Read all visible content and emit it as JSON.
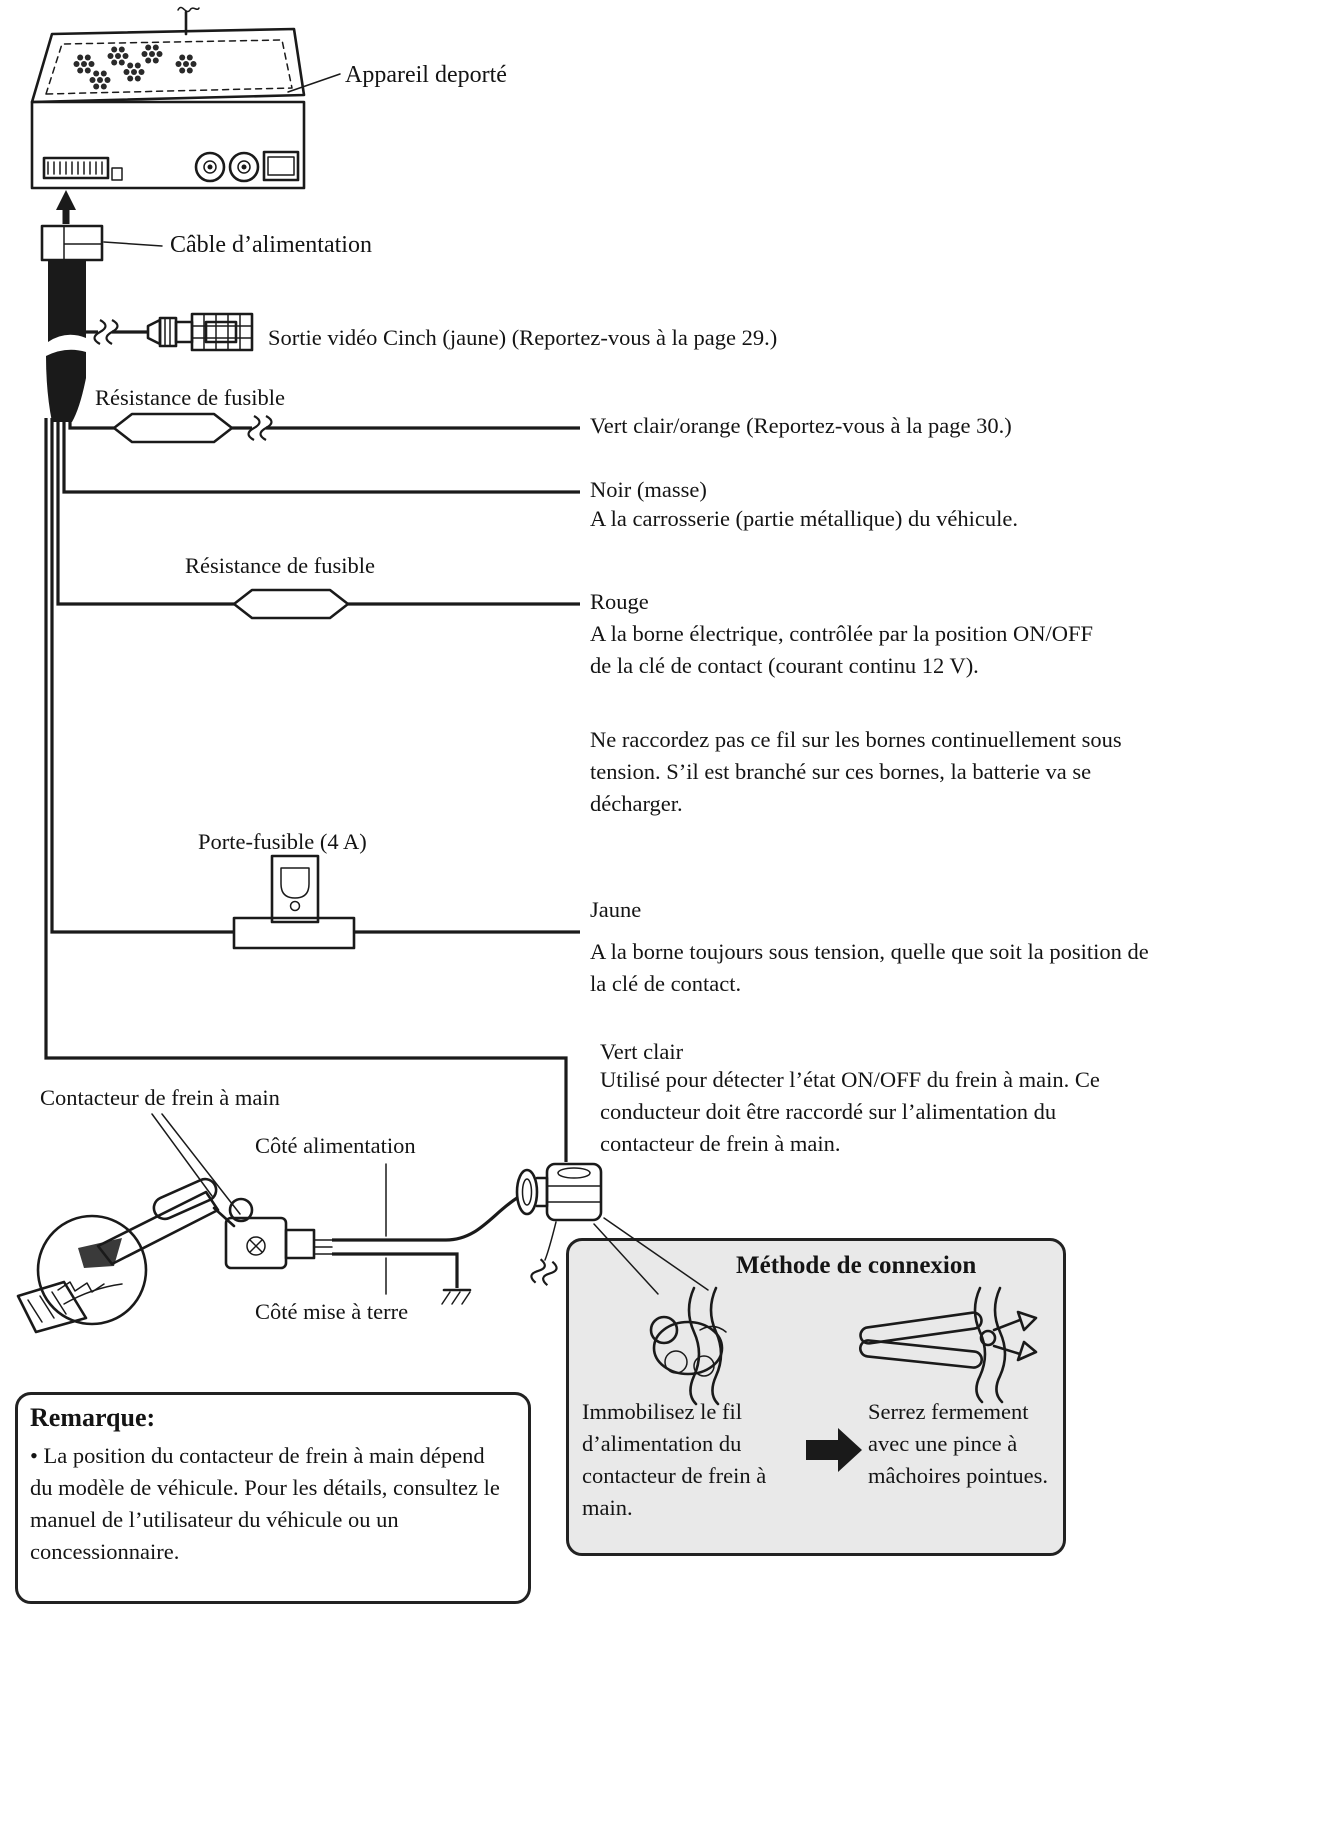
{
  "page": {
    "bg": "#ffffff",
    "ink": "#1a1a1a",
    "box_gray": "#e9e9e9"
  },
  "labels": {
    "appareil_deporte": "Appareil deporté",
    "cable_alimentation": "Câble d’alimentation",
    "sortie_video": "Sortie vidéo Cinch (jaune) (Reportez-vous à la page 29.)",
    "resistance_fusible_1": "Résistance de fusible",
    "resistance_fusible_2": "Résistance de fusible",
    "porte_fusible": "Porte-fusible (4 A)",
    "contacteur_frein": "Contacteur de frein à main",
    "cote_alimentation": "Côté alimentation",
    "cote_mise_terre": "Côté mise à terre"
  },
  "wires": {
    "vert_clair_orange": "Vert clair/orange (Reportez-vous à la page 30.)",
    "noir": {
      "title": "Noir (masse)",
      "desc": "A la carrosserie (partie métallique) du véhicule."
    },
    "rouge": {
      "title": "Rouge",
      "desc": "A la borne électrique, contrôlée par la position ON/OFF de la clé de contact (courant continu 12 V)."
    },
    "rouge_warning": "Ne raccordez pas ce fil sur les bornes continuellement sous tension. S’il est branché sur ces bornes, la batterie va se décharger.",
    "jaune": {
      "title": "Jaune",
      "desc": "A la borne toujours sous tension, quelle que soit la position de la clé de contact."
    },
    "vert_clair": {
      "title": "Vert clair",
      "desc": "Utilisé pour détecter l’état ON/OFF du frein à main. Ce conducteur doit être raccordé sur l’alimentation du contacteur de frein à main."
    }
  },
  "remarque": {
    "title": "Remarque:",
    "text": "• La position du contacteur de frein à main dépend du modèle de véhicule. Pour les détails, consultez le manuel de l’utilisateur du véhicule ou un concessionnaire."
  },
  "methode": {
    "title": "Méthode de connexion",
    "step1": "Immobilisez le fil d’alimentation du contacteur de frein à main.",
    "step2": "Serrez fermement avec une pince à mâchoires pointues."
  }
}
